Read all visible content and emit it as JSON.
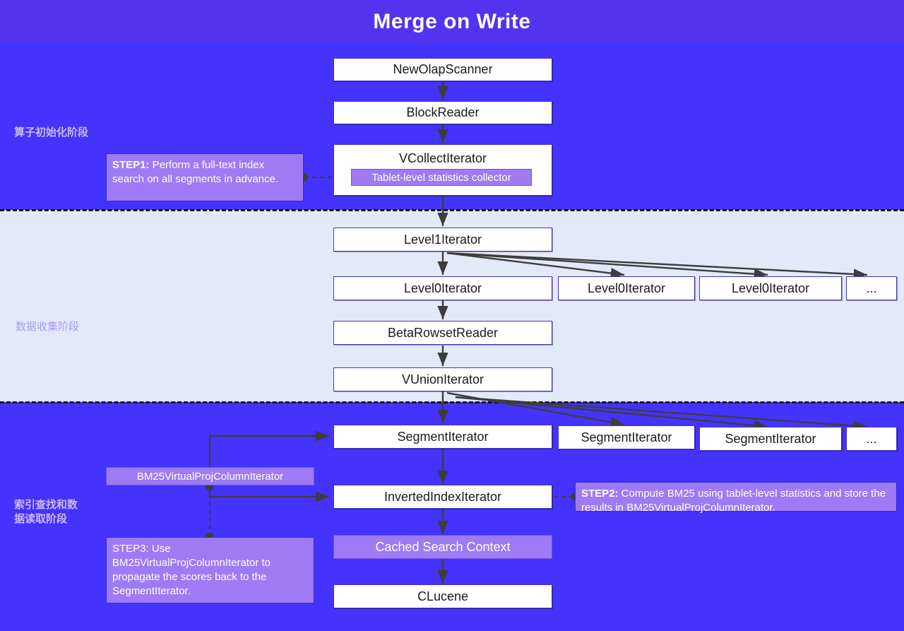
{
  "header": {
    "title": "Merge on Write"
  },
  "phases": [
    {
      "name": "operator-init",
      "label": "算子初始化阶段"
    },
    {
      "name": "data-collection",
      "label": "数据收集阶段"
    },
    {
      "name": "index-lookup",
      "label": "索引查找和数\n据读取阶段"
    }
  ],
  "nodes": {
    "new_olap_scanner": "NewOlapScanner",
    "block_reader": "BlockReader",
    "vcollect_iterator": "VCollectIterator",
    "tablet_stats_chip": "Tablet-level statistics collector",
    "level1_iterator": "Level1Iterator",
    "level0_iterator_a": "Level0Iterator",
    "level0_iterator_b": "Level0Iterator",
    "level0_iterator_c": "Level0Iterator",
    "level0_ellipsis": "...",
    "beta_rowset_reader": "BetaRowsetReader",
    "vunion_iterator": "VUnionIterator",
    "segment_iterator_a": "SegmentIterator",
    "segment_iterator_b": "SegmentIterator",
    "segment_iterator_c": "SegmentIterator",
    "segment_ellipsis": "...",
    "bm25_chip": "BM25VirtualProjColumnIterator",
    "inverted_index_iterator": "InvertedIndexIterator",
    "cached_search_context": "Cached Search Context",
    "clucene": "CLucene"
  },
  "notes": {
    "step1": {
      "label": "STEP1:",
      "text": " Perform a full-text index search on all segments in advance."
    },
    "step2": {
      "label": "STEP2:",
      "text": " Compute BM25 using tablet-level statistics and store the results in BM25VirtualProjColumnIterator."
    },
    "step3": {
      "label": "STEP3:",
      "text": " Use BM25VirtualProjColumnIterator to propagate the scores back to the SegmentIterator."
    }
  },
  "colors": {
    "header_bg": "#5333f0",
    "band_blue": "#4433fc",
    "band_light": "#e4e9fa",
    "accent_purple": "#9e7bf5",
    "node_bg": "#ffffff",
    "wire": "#3d3d3d"
  }
}
